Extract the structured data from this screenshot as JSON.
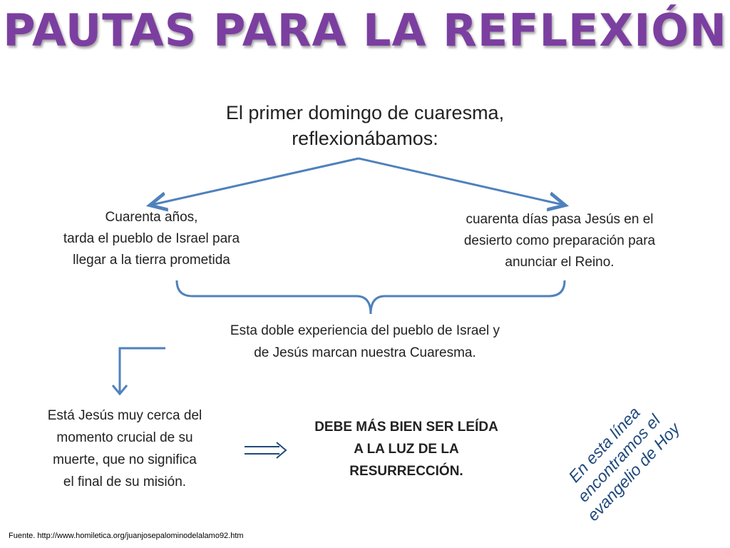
{
  "title": "PAUTAS PARA LA REFLEXIÓN",
  "header": "El primer domingo de cuaresma,\nreflexionábamos:",
  "left_box": "Cuarenta años,\ntarda el pueblo de Israel para\nllegar a la tierra prometida",
  "right_box": "cuarenta días pasa Jesús en el\ndesierto como preparación para\nanunciar el Reino.",
  "middle": "Esta doble experiencia del pueblo de Israel y\nde Jesús marcan nuestra Cuaresma.",
  "jesus_box": "Está Jesús muy cerca del\nmomento crucial de su\nmuerte, que no significa\nel final de su misión.",
  "bold_box": "DEBE MÁS BIEN SER LEÍDA\nA LA LUZ DE LA\nRESURRECCIÓN.",
  "tilted": "En esta línea\nencontramos el\nevangelio de Hoy",
  "source": "Fuente. http://www.homiletica.org/juanjosepalominodelalamo92.htm",
  "colors": {
    "title": "#7b3fa0",
    "arrows": "#4f81bd",
    "tilted_text": "#1f497d"
  }
}
